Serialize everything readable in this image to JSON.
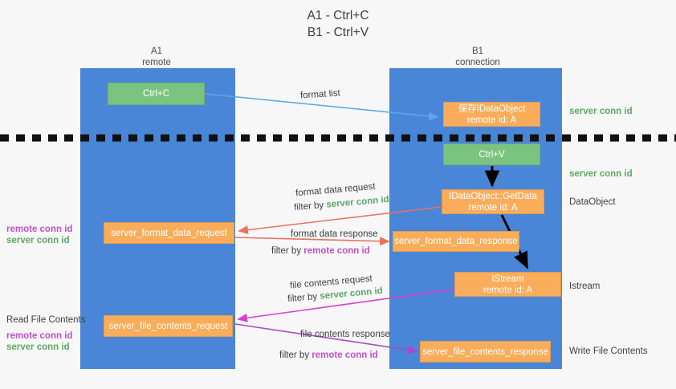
{
  "title": {
    "line1": "A1 - Ctrl+C",
    "line2": "B1 - Ctrl+V"
  },
  "columns": [
    {
      "name": "A1",
      "sub": "remote"
    },
    {
      "name": "B1",
      "sub": "connection"
    }
  ],
  "nodes": {
    "ctrl_c": {
      "label": "Ctrl+C",
      "color": "#7bc47f"
    },
    "save_dataobject": {
      "line1": "保存IDataObject",
      "line2": "remote id: A",
      "color": "#f9ad5a"
    },
    "ctrl_v": {
      "label": "Ctrl+V",
      "color": "#7bc47f"
    },
    "getdata": {
      "line1": "IDataObject::GetData",
      "line2": "remote id: A",
      "color": "#f9ad5a"
    },
    "format_data_request": {
      "label": "server_format_data_request",
      "color": "#f9ad5a"
    },
    "format_data_response": {
      "label": "server_format_data_response",
      "color": "#f9ad5a"
    },
    "istream": {
      "line1": "IStream",
      "line2": "remote id: A",
      "color": "#f9ad5a"
    },
    "file_contents_request": {
      "label": "server_file_contents_request",
      "color": "#f9ad5a"
    },
    "file_contents_response": {
      "label": "server_file_contents_response",
      "color": "#f9ad5a"
    }
  },
  "edges": {
    "format_list": "format list",
    "format_data_request": "format data request",
    "format_data_request_filter_prefix": "filter by ",
    "format_data_request_filter_value": "server conn id",
    "format_data_response": "format data response",
    "format_data_response_filter_prefix": "filter by ",
    "format_data_response_filter_value": "remote conn id",
    "file_contents_request": "file contents request",
    "file_contents_request_filter_prefix": "filter by ",
    "file_contents_request_filter_value": "server conn id",
    "file_contents_response": "file contents response",
    "file_contents_response_filter_prefix": "filter by ",
    "file_contents_response_filter_value": "remote conn id"
  },
  "side_labels": {
    "right_server_conn_id_1": "server conn id",
    "right_server_conn_id_2": "server conn id",
    "right_dataobject": "DataObject",
    "right_istream": "Istream",
    "right_write_file_contents": "Write File Contents",
    "left_read_file_contents": "Read File Contents",
    "left_remote_conn_id_1": "remote conn id",
    "left_server_conn_id_1": "server conn id",
    "left_remote_conn_id_2": "remote conn id",
    "left_server_conn_id_2": "server conn id"
  },
  "colors": {
    "lane": "#4a86d8",
    "green_box": "#7bc47f",
    "orange_box": "#f9ad5a",
    "green_text": "#5aa864",
    "purple_text": "#c050c8",
    "blue_arrow": "#5aa9e6",
    "red_arrow": "#e8715f",
    "magenta_arrow": "#d83fd0",
    "purple_arrow": "#a64ac9",
    "black_arrow": "#000000",
    "background": "#f7f7f7"
  }
}
